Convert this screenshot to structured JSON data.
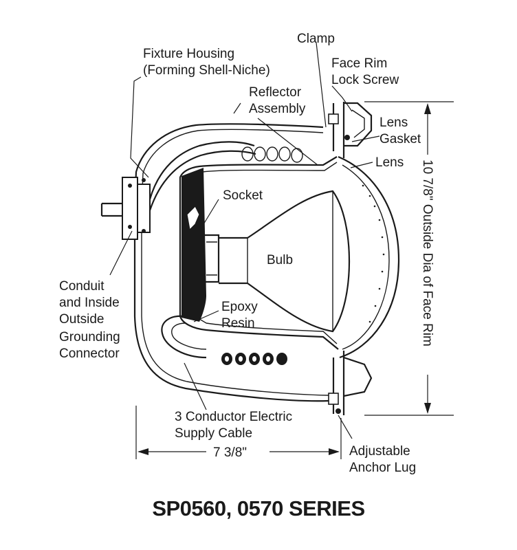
{
  "labels": {
    "clamp": "Clamp",
    "fixture_housing_1": "Fixture Housing",
    "fixture_housing_2": "(Forming Shell-Niche)",
    "face_rim_1": "Face Rim",
    "face_rim_2": "Lock Screw",
    "reflector_1": "Reflector",
    "reflector_2": "Assembly",
    "lens_gasket_1": "Lens",
    "lens_gasket_2": "Gasket",
    "lens": "Lens",
    "socket": "Socket",
    "bulb": "Bulb",
    "epoxy_1": "Epoxy",
    "epoxy_2": "Resin",
    "conduit_1": "Conduit",
    "conduit_2": "and Inside",
    "conduit_3": "Outside",
    "conduit_4": "Grounding",
    "conduit_5": "Connector",
    "cable_1": "3 Conductor Electric",
    "cable_2": "Supply Cable",
    "anchor_1": "Adjustable",
    "anchor_2": "Anchor Lug"
  },
  "dimensions": {
    "width": "7 3/8\"",
    "diameter": "10 7/8\" Outside Dia of Face Rim"
  },
  "title": "SP0560, 0570 SERIES"
}
